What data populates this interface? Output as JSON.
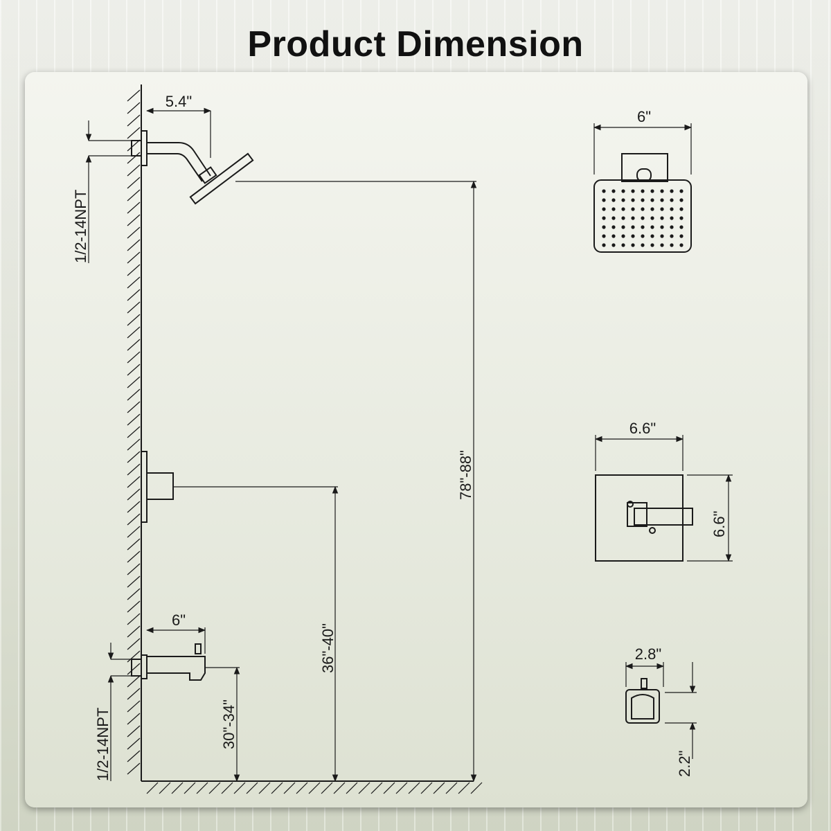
{
  "title": "Product Dimension",
  "colors": {
    "line": "#1a1a1a",
    "panel": "#eceee5"
  },
  "labels": {
    "arm_length": "5.4\"",
    "upper_thread": "1/2-14NPT",
    "head_to_floor": "78\"-88\"",
    "valve_to_floor": "36\"-40\"",
    "spout_length": "6\"",
    "lower_thread": "1/2-14NPT",
    "spout_to_floor": "30\"-34\"",
    "head_width": "6\"",
    "trim_width": "6.6\"",
    "trim_height": "6.6\"",
    "spout_front_width": "2.8\"",
    "spout_front_height": "2.2\""
  }
}
